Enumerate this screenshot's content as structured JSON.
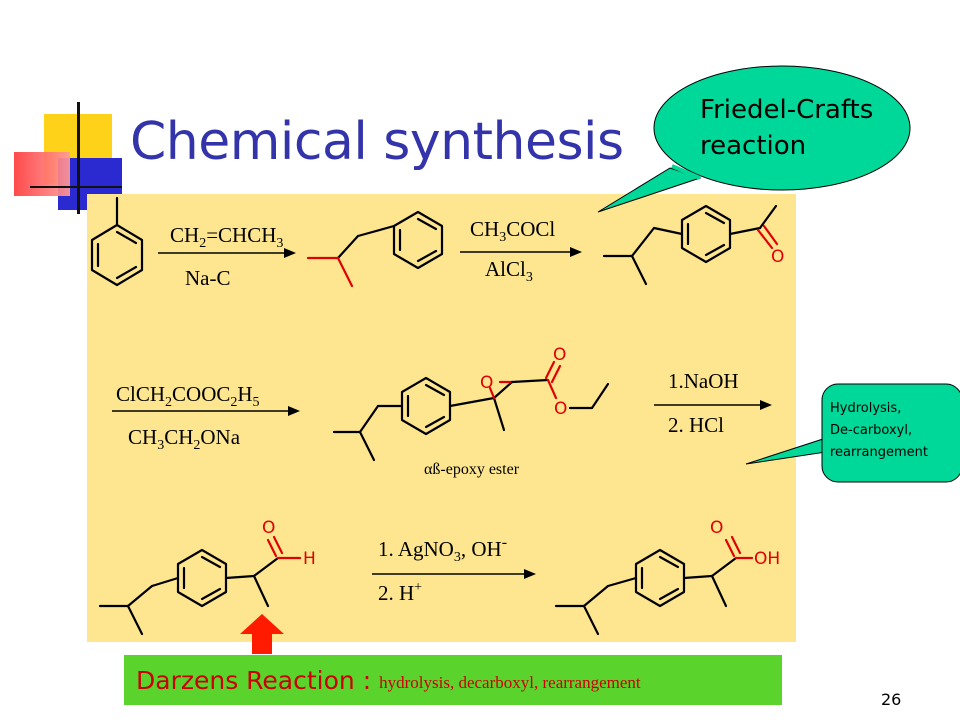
{
  "slide": {
    "title": "Chemical synthesis",
    "page_number": "26"
  },
  "callouts": {
    "friedel_crafts": {
      "line1": "Friedel-Crafts",
      "line2": "reaction"
    },
    "hydrolysis": {
      "line1": "Hydrolysis,",
      "line2": "De-carboxyl,",
      "line3": "rearrangement"
    }
  },
  "reactions": {
    "step1": {
      "reagent_top": "CH",
      "reagent_top_sub": "2",
      "reagent_top_rest": "=CHCH",
      "reagent_top_sub2": "3",
      "reagent_bottom": "Na-C"
    },
    "step2": {
      "reagent_top": "CH",
      "reagent_top_sub": "3",
      "reagent_top_rest": "COCl",
      "reagent_bottom": "AlCl",
      "reagent_bottom_sub": "3"
    },
    "step3": {
      "reagent_top": "ClCH",
      "reagent_top_sub": "2",
      "reagent_top_rest": "COOC",
      "reagent_top_sub2": "2",
      "reagent_top_rest2": "H",
      "reagent_top_sub3": "5",
      "reagent_bottom": "CH",
      "reagent_bottom_sub": "3",
      "reagent_bottom_rest": "CH",
      "reagent_bottom_sub2": "2",
      "reagent_bottom_rest2": "ONa"
    },
    "step4": {
      "reagent_top": "1.NaOH",
      "reagent_bottom": "2. HCl"
    },
    "step5": {
      "reagent_top": "1. AgNO",
      "reagent_top_sub": "3",
      "reagent_top_rest": ", OH",
      "reagent_top_sup": "-",
      "reagent_bottom": "2. H",
      "reagent_bottom_sup": "+"
    }
  },
  "atoms": {
    "oxygen": "O",
    "hydrogen": "H",
    "hydroxyl": "OH"
  },
  "epoxy_label": "αß-epoxy ester",
  "darzens": {
    "main": "Darzens Reaction :",
    "detail": "hydrolysis, decarboxyl, rearrangement"
  },
  "colors": {
    "title": "#3333aa",
    "panel": "#fde68f",
    "callout": "#00d89a",
    "darzens_bar": "#5ad42c",
    "highlight_red": "#e00000",
    "up_arrow": "#ff1a00"
  },
  "icons": {
    "up_arrow": "up-arrow-icon"
  }
}
